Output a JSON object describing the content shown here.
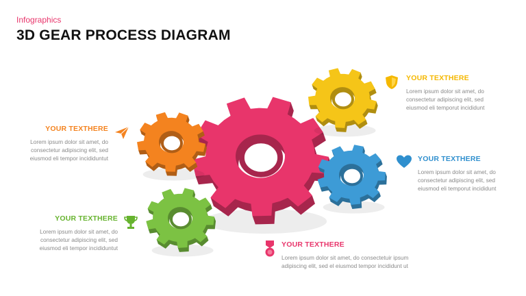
{
  "header": {
    "subtitle": "Infographics",
    "title": "3D GEAR PROCESS DIAGRAM"
  },
  "colors": {
    "red": "#e8356b",
    "orange": "#f4831f",
    "yellow": "#f5c518",
    "blue": "#3d9bd6",
    "green": "#7cc243",
    "icon_orange": "#f4831f",
    "icon_yellow": "#f5b800",
    "icon_blue": "#2f8fce",
    "icon_green": "#66b32e",
    "icon_red": "#e8356b"
  },
  "blocks": {
    "orange": {
      "heading": "YOUR TEXTHERE",
      "body": "Lorem ipsum dolor sit amet, do\nconsectetur adipiscing elit, sed\neiusmod eli tempor incididuntut",
      "icon": "paper-plane-icon"
    },
    "yellow": {
      "heading": "YOUR TEXTHERE",
      "body": "Lorem ipsum dolor sit amet, do\nconsectetur adipiscing elit, sed\neiusmod eli temporut incididunt",
      "icon": "shield-icon"
    },
    "blue": {
      "heading": "YOUR TEXTHERE",
      "body": "Lorem ipsum dolor sit amet, do\nconsectetur adipiscing elit, sed\neiusmod eli temporut incididunt",
      "icon": "heart-icon"
    },
    "green": {
      "heading": "YOUR TEXTHERE",
      "body": "Lorem ipsum dolor sit amet, do\nconsectetur adipiscing elit, sed\neiusmod eli tempor incididuntut",
      "icon": "trophy-icon"
    },
    "red": {
      "heading": "YOUR TEXTHERE",
      "body": "Lorem ipsum dolor sit amet, do consectetuir ipsum\nadipiscing elit, sed el eiusmod tempor incididunt ut",
      "icon": "medal-icon"
    }
  }
}
